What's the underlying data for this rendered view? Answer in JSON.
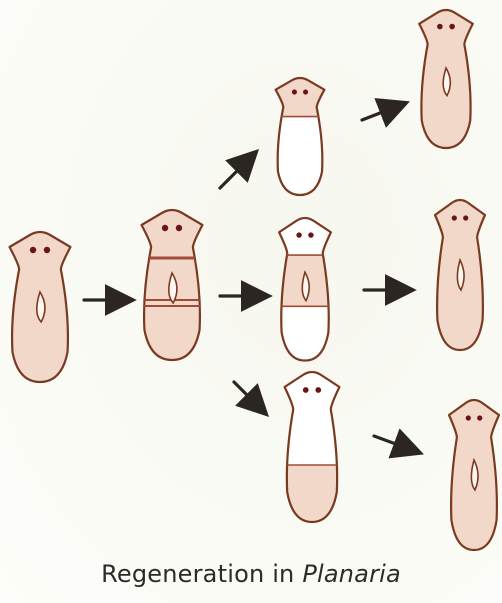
{
  "caption": {
    "prefix": "Regeneration in ",
    "organism": "Planaria"
  },
  "colors": {
    "outline": "#7a3a20",
    "fill": "#f2d8c8",
    "cut": "#a04a3a",
    "eye": "#6a1515",
    "arrow": "#2b2622",
    "caption": "#2b2b2b"
  },
  "diagram": {
    "organisms": [
      {
        "id": "whole",
        "stage": "original"
      },
      {
        "id": "cut-in-three",
        "stage": "cut"
      },
      {
        "id": "head-piece",
        "stage": "fragment"
      },
      {
        "id": "middle-piece",
        "stage": "fragment"
      },
      {
        "id": "tail-piece",
        "stage": "fragment"
      },
      {
        "id": "head-regenerated",
        "stage": "regenerated"
      },
      {
        "id": "middle-regenerated",
        "stage": "regenerated"
      },
      {
        "id": "tail-regenerated",
        "stage": "regenerated"
      }
    ]
  }
}
